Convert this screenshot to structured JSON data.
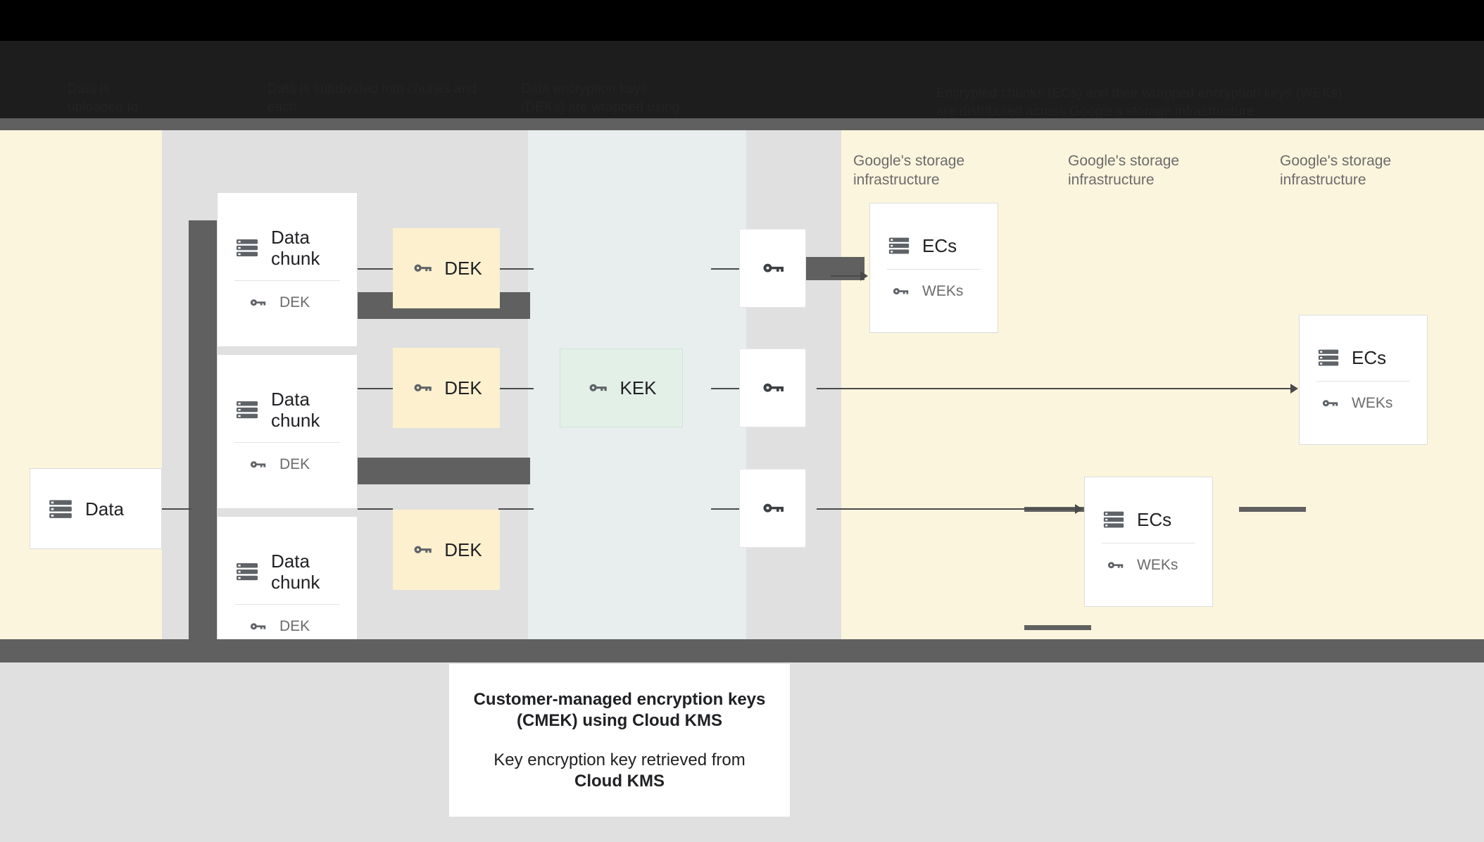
{
  "banner": {
    "col1": "Data is\nuploaded to\nGoogle",
    "col2": "Data is subdivided into chunks and each\nchunk is encrypted with its own data\nencryption key (DEK)",
    "col3": "Data encryption keys\n(DEKs) are wrapped using\na key encryption key (KEK)",
    "col4": "Encrypted chunks (ECs) and their wrapped encryption keys (WEKs)\nare distributed across Google's storage infrastructure"
  },
  "diagram": {
    "data_card": {
      "title": "Data",
      "icon": "database-icon"
    },
    "chunks": [
      {
        "title": "Data chunk",
        "key_label": "DEK",
        "icon": "database-icon",
        "key_icon": "key-icon"
      },
      {
        "title": "Data chunk",
        "key_label": "DEK",
        "icon": "database-icon",
        "key_icon": "key-icon"
      },
      {
        "title": "Data chunk",
        "key_label": "DEK",
        "icon": "database-icon",
        "key_icon": "key-icon"
      }
    ],
    "deks": [
      {
        "label": "DEK",
        "icon": "key-icon"
      },
      {
        "label": "DEK",
        "icon": "key-icon"
      },
      {
        "label": "DEK",
        "icon": "key-icon"
      }
    ],
    "kek": {
      "label": "KEK",
      "icon": "key-icon"
    },
    "weks": [
      {
        "icon": "key-icon"
      },
      {
        "icon": "key-icon"
      },
      {
        "icon": "key-icon"
      }
    ],
    "storage_labels": [
      "Google's storage infrastructure",
      "Google's storage infrastructure",
      "Google's storage infrastructure"
    ],
    "ec_cards": [
      {
        "title": "ECs",
        "key_label": "WEKs",
        "icon": "database-icon",
        "key_icon": "key-icon"
      },
      {
        "title": "ECs",
        "key_label": "WEKs",
        "icon": "database-icon",
        "key_icon": "key-icon"
      },
      {
        "title": "ECs",
        "key_label": "WEKs",
        "icon": "database-icon",
        "key_icon": "key-icon"
      }
    ]
  },
  "caption": {
    "line1": "Customer-managed encryption keys (CMEK) using Cloud KMS",
    "line2_prefix": "Key encryption key retrieved from ",
    "line2_strong": "Cloud KMS"
  },
  "colors": {
    "canvas_cream": "#fcf5dd",
    "band_gray": "#e0e0e0",
    "band_blue": "#e8edee",
    "dek_fill": "#fcf0cf",
    "kek_fill": "#e2f0e8",
    "connector": "#606060",
    "icon": "#5f6368"
  }
}
